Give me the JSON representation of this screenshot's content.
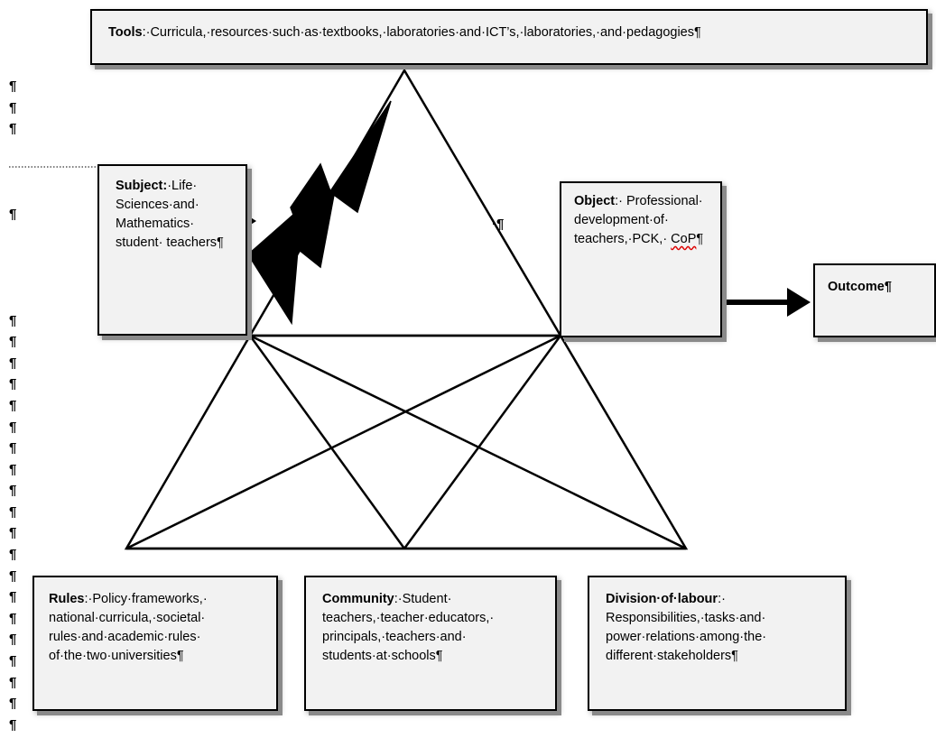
{
  "boxes": {
    "tools": {
      "label": "Tools",
      "text": ":·Curricula,·resources·such·as·textbooks,·laboratories·and·ICT’s,·laboratories,·and·pedagogies¶"
    },
    "subject": {
      "label": "Subject:",
      "text": "·Life· Sciences·and· Mathematics· student· teachers¶"
    },
    "object": {
      "label": "Object",
      "text": ":· Professional· development·of· teachers,·PCK,· ",
      "text_misspelled": "CoP",
      "text_end": "¶"
    },
    "outcome": {
      "label": "Outcome¶"
    },
    "rules": {
      "label": "Rules",
      "text": ":·Policy·frameworks,· national·curricula,·societal· rules·and·academic·rules· of·the·two·universities¶"
    },
    "community": {
      "label": "Community",
      "text": ":·Student· teachers,·teacher·educators,· principals,·teachers·and· students·at·schools¶"
    },
    "division": {
      "label": "Division·of·labour",
      "text": ":· Responsibilities,·tasks·and· power·relations·among·the· different·stakeholders¶"
    }
  },
  "margin_marks": [
    "¶",
    "¶",
    "¶",
    "",
    "",
    "",
    "¶",
    "",
    "",
    "",
    "",
    "¶",
    "¶",
    "¶",
    "¶",
    "¶",
    "¶",
    "¶",
    "¶",
    "¶",
    "¶",
    "¶",
    "¶",
    "¶",
    "¶",
    "¶",
    "¶",
    "¶",
    "¶",
    "¶",
    "¶"
  ],
  "stray_marks": {
    "center": "·¶",
    "subject_arrow": "·"
  },
  "colors": {
    "box_fill": "#f2f2f2",
    "shadow": "#8a8a8a",
    "spellcheck": "#d00000"
  }
}
